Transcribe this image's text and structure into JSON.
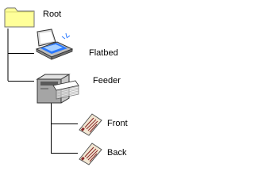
{
  "tree": {
    "root": {
      "label": "Root",
      "icon": "folder-icon"
    },
    "flatbed": {
      "label": "Flatbed",
      "icon": "flatbed-scanner-icon"
    },
    "feeder": {
      "label": "Feeder",
      "icon": "document-feeder-icon",
      "children": [
        {
          "label": "Front",
          "icon": "document-page-icon"
        },
        {
          "label": "Back",
          "icon": "document-page-icon"
        }
      ]
    }
  },
  "colors": {
    "connector": "#000000",
    "folder_fill": "#ffff99",
    "folder_outline": "#707070",
    "scanner_light": "#2a79ff",
    "feeder_body": "#c8c8c8",
    "page_fill": "#f2e6d2",
    "page_accent": "#8a2a2a"
  }
}
